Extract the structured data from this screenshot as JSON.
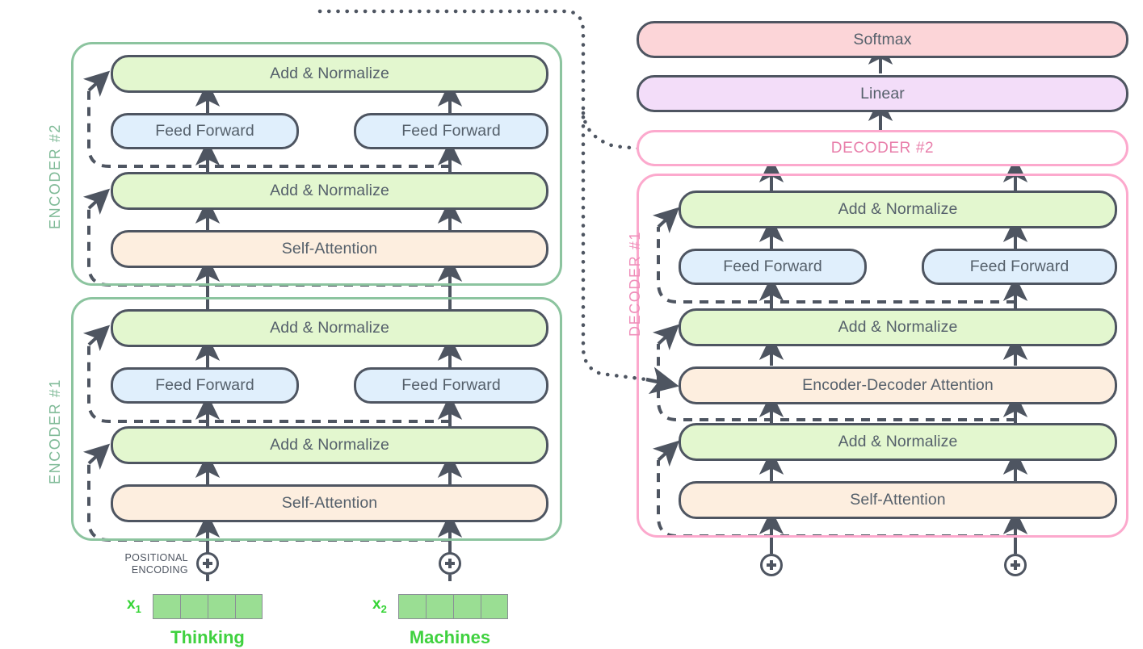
{
  "diagram": {
    "title": "Transformer encoder-decoder stack",
    "colors": {
      "add_norm_fill": "#e3f7cf",
      "feed_forward_fill": "#e0effc",
      "attention_fill": "#fdeedf",
      "softmax_fill": "#fcd5d8",
      "linear_fill": "#f3ddf9",
      "encoder_frame": "#8cc49f",
      "decoder_frame": "#fca9cd",
      "stroke_dark": "#4e5561",
      "embedding_cell": "#9ade93",
      "word_green": "#3fd13f"
    }
  },
  "encoder_stack": {
    "blocks": [
      {
        "label": "ENCODER #2",
        "rows": [
          {
            "kind": "add-normalize",
            "label": "Add & Normalize",
            "span": "full"
          },
          {
            "kind": "feed-forward",
            "label": "Feed Forward",
            "span": "split",
            "columns": [
              "Feed Forward",
              "Feed Forward"
            ]
          },
          {
            "kind": "add-normalize",
            "label": "Add & Normalize",
            "span": "full"
          },
          {
            "kind": "self-attention",
            "label": "Self-Attention",
            "span": "full"
          }
        ]
      },
      {
        "label": "ENCODER #1",
        "rows": [
          {
            "kind": "add-normalize",
            "label": "Add & Normalize",
            "span": "full"
          },
          {
            "kind": "feed-forward",
            "label": "Feed Forward",
            "span": "split",
            "columns": [
              "Feed Forward",
              "Feed Forward"
            ]
          },
          {
            "kind": "add-normalize",
            "label": "Add & Normalize",
            "span": "full"
          },
          {
            "kind": "self-attention",
            "label": "Self-Attention",
            "span": "full"
          }
        ]
      }
    ]
  },
  "decoder_stack": {
    "top_blocks": [
      {
        "kind": "softmax",
        "label": "Softmax"
      },
      {
        "kind": "linear",
        "label": "Linear"
      }
    ],
    "collapsed": {
      "label": "DECODER #2"
    },
    "expanded": {
      "label": "DECODER #1",
      "rows": [
        {
          "kind": "add-normalize",
          "label": "Add & Normalize",
          "span": "full"
        },
        {
          "kind": "feed-forward",
          "label": "Feed Forward",
          "span": "split",
          "columns": [
            "Feed Forward",
            "Feed Forward"
          ]
        },
        {
          "kind": "add-normalize",
          "label": "Add & Normalize",
          "span": "full"
        },
        {
          "kind": "encoder-decoder-attention",
          "label": "Encoder-Decoder Attention",
          "span": "full"
        },
        {
          "kind": "add-normalize",
          "label": "Add & Normalize",
          "span": "full"
        },
        {
          "kind": "self-attention",
          "label": "Self-Attention",
          "span": "full"
        }
      ]
    }
  },
  "inputs": {
    "positional_encoding_caption_line1": "POSITIONAL",
    "positional_encoding_caption_line2": "ENCODING",
    "plus_glyph": "⊕",
    "tokens": [
      {
        "vector_label": "x",
        "vector_index": "1",
        "word": "Thinking",
        "cells": 4
      },
      {
        "vector_label": "x",
        "vector_index": "2",
        "word": "Machines",
        "cells": 4
      }
    ]
  },
  "icons": {
    "plus_circle": "plus-circle-icon",
    "arrow_up": "arrow-up-icon",
    "residual_dashed": "dashed-residual-arrow-icon",
    "encoder_to_decoder": "dotted-encoder-output-arrow-icon"
  }
}
